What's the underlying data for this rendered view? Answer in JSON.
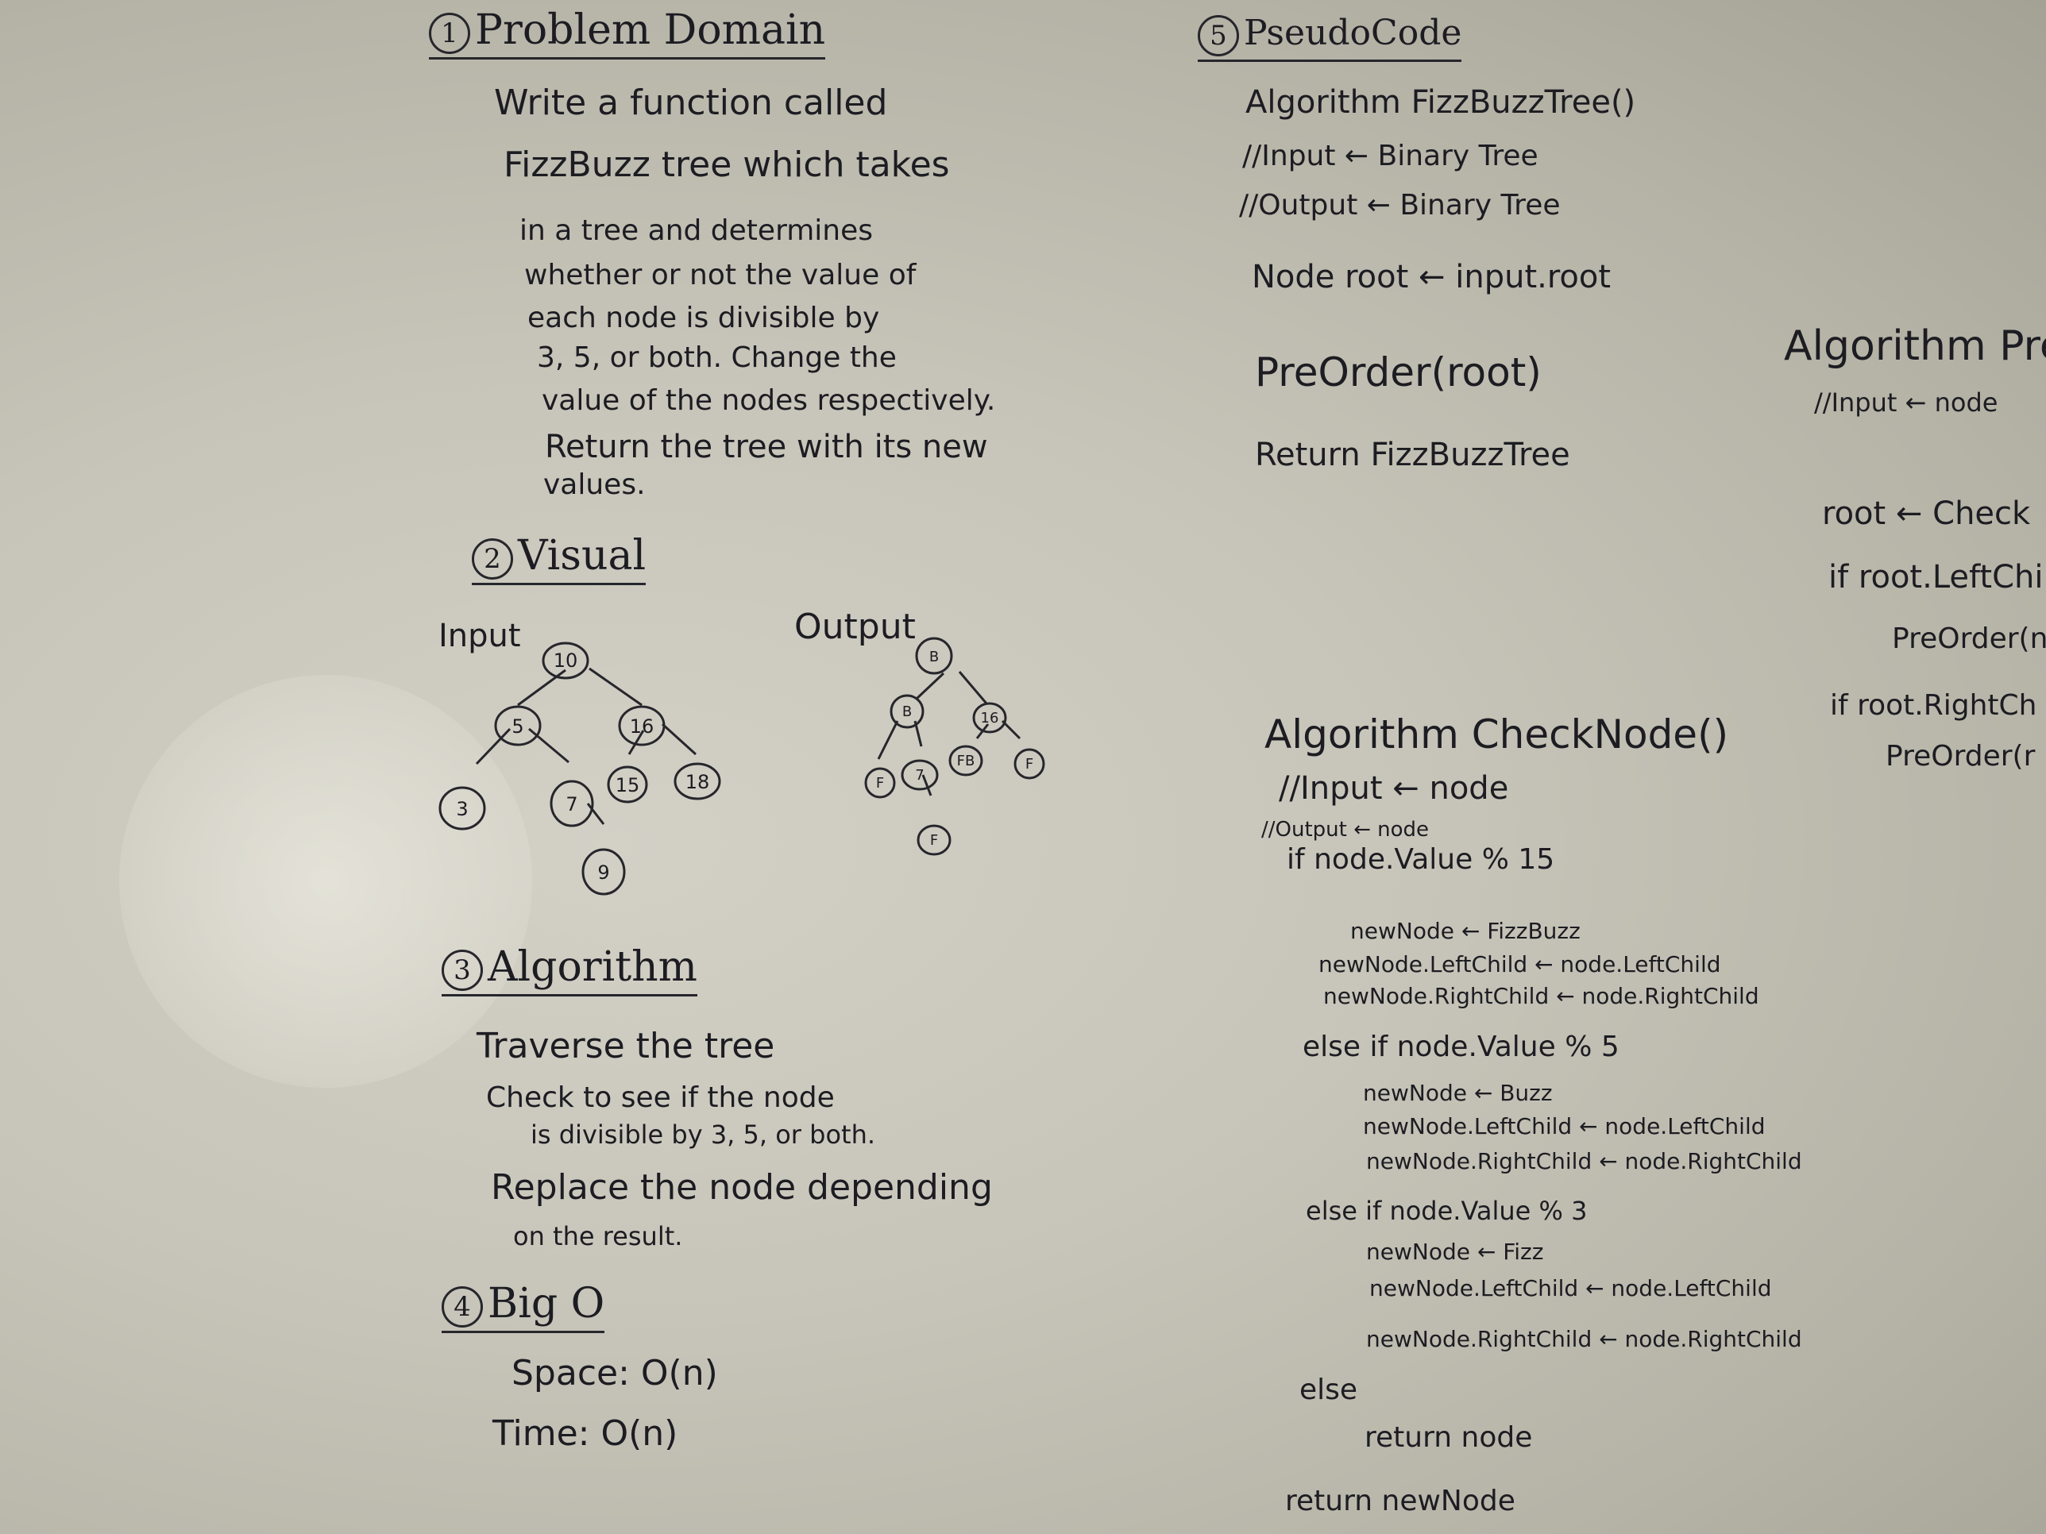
{
  "problem": {
    "number": "1",
    "heading": "Problem Domain",
    "lines": [
      "Write a function called",
      "FizzBuzz tree which takes",
      "in a tree and determines",
      "whether or not the value of",
      "each node is divisible by",
      "3, 5, or both. Change the",
      "value of the nodes respectively.",
      "Return the tree with its new",
      "values."
    ]
  },
  "visual": {
    "number": "2",
    "heading": "Visual",
    "input_label": "Input",
    "output_label": "Output",
    "input_nodes": [
      "10",
      "5",
      "16",
      "3",
      "7",
      "15",
      "18",
      "9"
    ],
    "output_nodes": [
      "B",
      "B",
      "16",
      "F",
      "7",
      "FB",
      "F",
      "F"
    ]
  },
  "algorithm": {
    "number": "3",
    "heading": "Algorithm",
    "lines": [
      "Traverse the tree",
      "Check to see if the node",
      "is divisible by 3, 5, or both.",
      "Replace the node depending",
      "on the result."
    ]
  },
  "bigo": {
    "number": "4",
    "heading": "Big O",
    "space": "Space: O(n)",
    "time": "Time: O(n)"
  },
  "pseudo": {
    "number": "5",
    "heading": "PseudoCode",
    "lines": [
      "Algorithm FizzBuzzTree()",
      "//Input ← Binary Tree",
      "//Output ← Binary Tree",
      "Node root ← input.root",
      "PreOrder(root)",
      "Return FizzBuzzTree"
    ]
  },
  "checknode": {
    "lines": [
      "Algorithm CheckNode()",
      "//Input ← node",
      "//Output ← node",
      "if node.Value % 15",
      "newNode ← FizzBuzz",
      "newNode.LeftChild ← node.LeftChild",
      "newNode.RightChild ← node.RightChild",
      "else if node.Value % 5",
      "newNode ← Buzz",
      "newNode.LeftChild ← node.LeftChild",
      "newNode.RightChild ← node.RightChild",
      "else if node.Value % 3",
      "newNode ← Fizz",
      "newNode.LeftChild ← node.LeftChild",
      "newNode.RightChild ← node.RightChild",
      "else",
      "return node",
      "return newNode"
    ]
  },
  "preorder": {
    "lines": [
      "Algorithm PreO",
      "//Input ← node",
      "root ← Check",
      "if root.LeftChil",
      "PreOrder(n",
      "if root.RightCh",
      "PreOrder(r"
    ]
  }
}
